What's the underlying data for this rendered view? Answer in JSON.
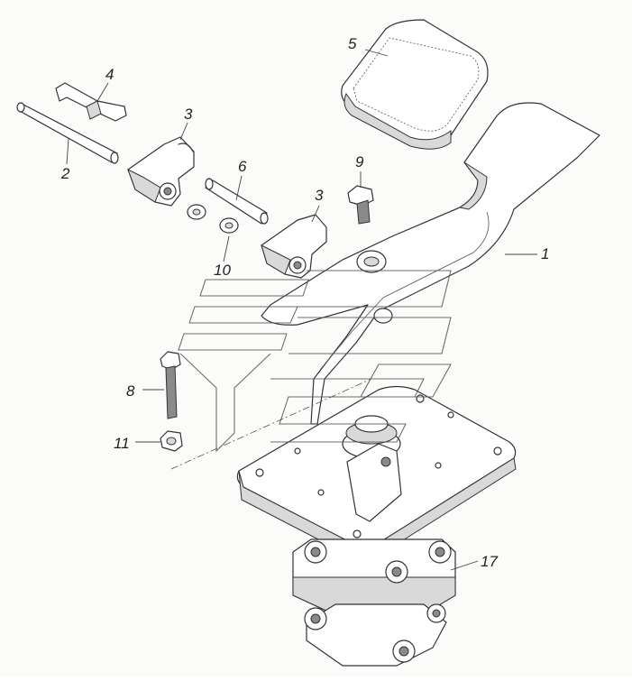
{
  "callouts": [
    {
      "id": "c1",
      "label": "1"
    },
    {
      "id": "c2",
      "label": "2"
    },
    {
      "id": "c3a",
      "label": "3"
    },
    {
      "id": "c3b",
      "label": "3"
    },
    {
      "id": "c4",
      "label": "4"
    },
    {
      "id": "c5",
      "label": "5"
    },
    {
      "id": "c6",
      "label": "6"
    },
    {
      "id": "c8",
      "label": "8"
    },
    {
      "id": "c9",
      "label": "9"
    },
    {
      "id": "c10",
      "label": "10"
    },
    {
      "id": "c11",
      "label": "11"
    },
    {
      "id": "c17",
      "label": "17"
    }
  ]
}
